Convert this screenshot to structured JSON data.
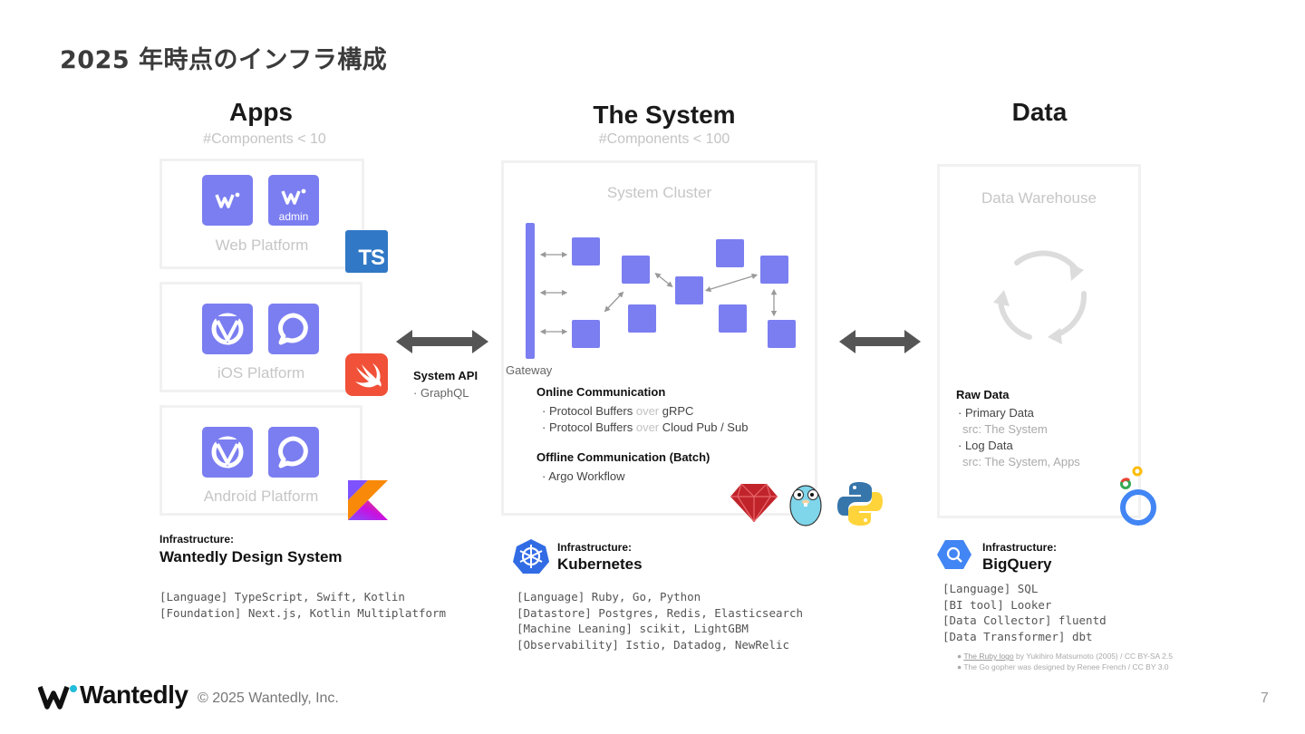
{
  "title": "2025 年時点のインフラ構成",
  "apps": {
    "title": "Apps",
    "subtitle": "#Components < 10",
    "panels": [
      {
        "label": "Web Platform",
        "badge": "TS",
        "icon_2_text": "admin"
      },
      {
        "label": "iOS Platform"
      },
      {
        "label": "Android Platform"
      }
    ],
    "infra_label": "Infrastructure:",
    "infra_name": "Wantedly Design System",
    "tech": [
      "[Language] TypeScript, Swift, Kotlin",
      "[Foundation] Next.js, Kotlin Multiplatform"
    ]
  },
  "api": {
    "title": "System API",
    "item": "GraphQL"
  },
  "system": {
    "title": "The System",
    "subtitle": "#Components < 100",
    "cluster_label": "System Cluster",
    "gateway_label": "Gateway",
    "online_title": "Online Communication",
    "online_items": [
      {
        "pre": "Protocol Buffers",
        "mid": "over",
        "post": "gRPC"
      },
      {
        "pre": "Protocol Buffers",
        "mid": "over",
        "post": "Cloud Pub / Sub"
      }
    ],
    "offline_title": "Offline Communication (Batch)",
    "offline_item": "Argo Workflow",
    "infra_label": "Infrastructure:",
    "infra_name": "Kubernetes",
    "tech": [
      "[Language] Ruby, Go, Python",
      "[Datastore] Postgres, Redis, Elasticsearch",
      "[Machine Leaning] scikit, LightGBM",
      "[Observability] Istio, Datadog, NewRelic"
    ]
  },
  "data": {
    "title": "Data",
    "warehouse_label": "Data Warehouse",
    "raw_title": "Raw Data",
    "items": [
      {
        "name": "Primary Data",
        "src": "src: The System"
      },
      {
        "name": "Log Data",
        "src": "src: The System, Apps"
      }
    ],
    "infra_label": "Infrastructure:",
    "infra_name": "BigQuery",
    "tech": [
      "[Language] SQL",
      "[BI tool] Looker",
      "[Data Collector] fluentd",
      "[Data Transformer] dbt"
    ]
  },
  "credits": {
    "ruby_link": "The Ruby logo",
    "ruby_rest": " by Yukihiro Matsumoto (2005) / CC BY-SA 2.5",
    "gopher": "The Go gopher was designed by Renee French / CC BY 3.0"
  },
  "footer": {
    "brand": "Wantedly",
    "copyright": "© 2025 Wantedly, Inc.",
    "page": "7"
  },
  "colors": {
    "accent": "#7b7ef0",
    "arrow": "#555555",
    "ts": "#3178c6",
    "swift": "#f05138"
  }
}
